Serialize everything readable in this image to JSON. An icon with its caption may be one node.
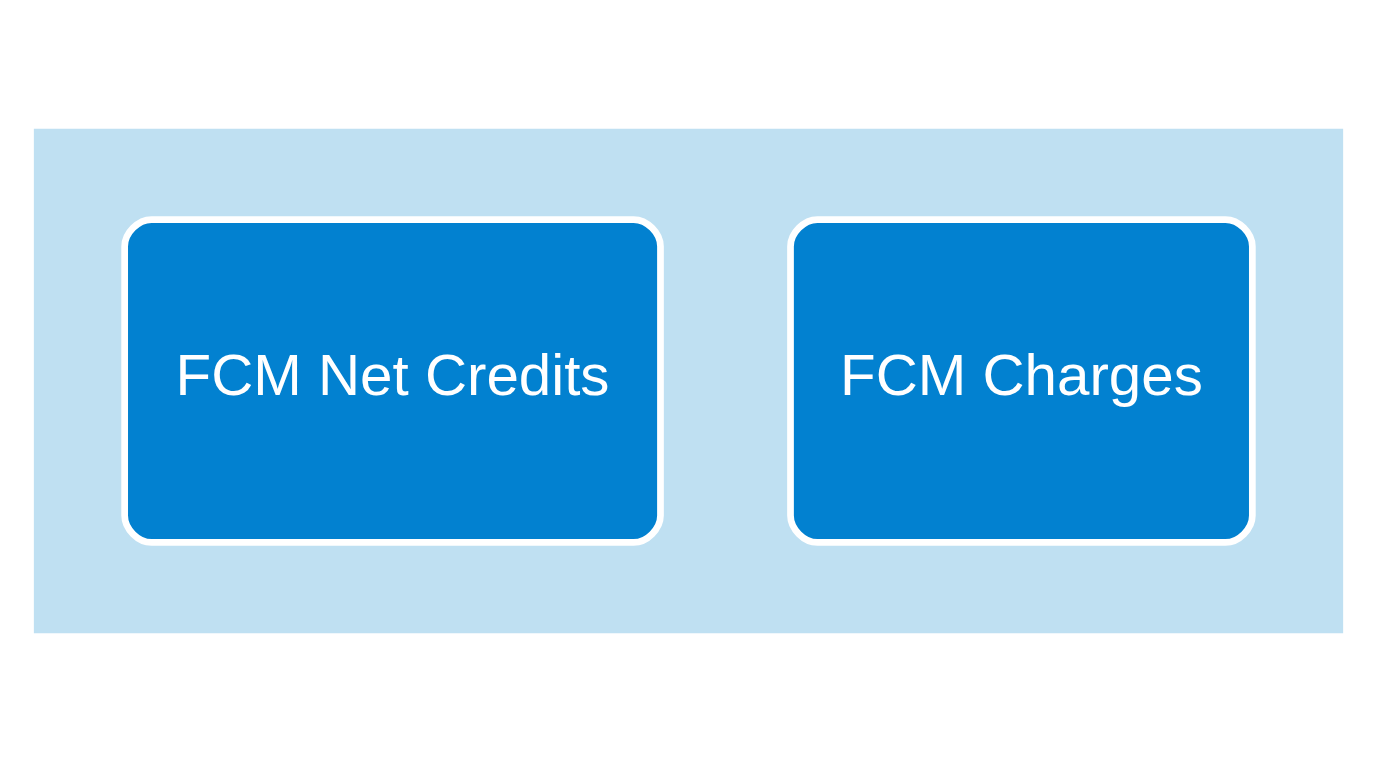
{
  "diagram": {
    "nodes": [
      {
        "text": [],
        "shape": "arrow"
      },
      {
        "text": [
          "FCM Net Credits"
        ],
        "in": 0
      },
      {
        "text": [
          "FCM Charges"
        ],
        "in": 0
      }
    ]
  }
}
